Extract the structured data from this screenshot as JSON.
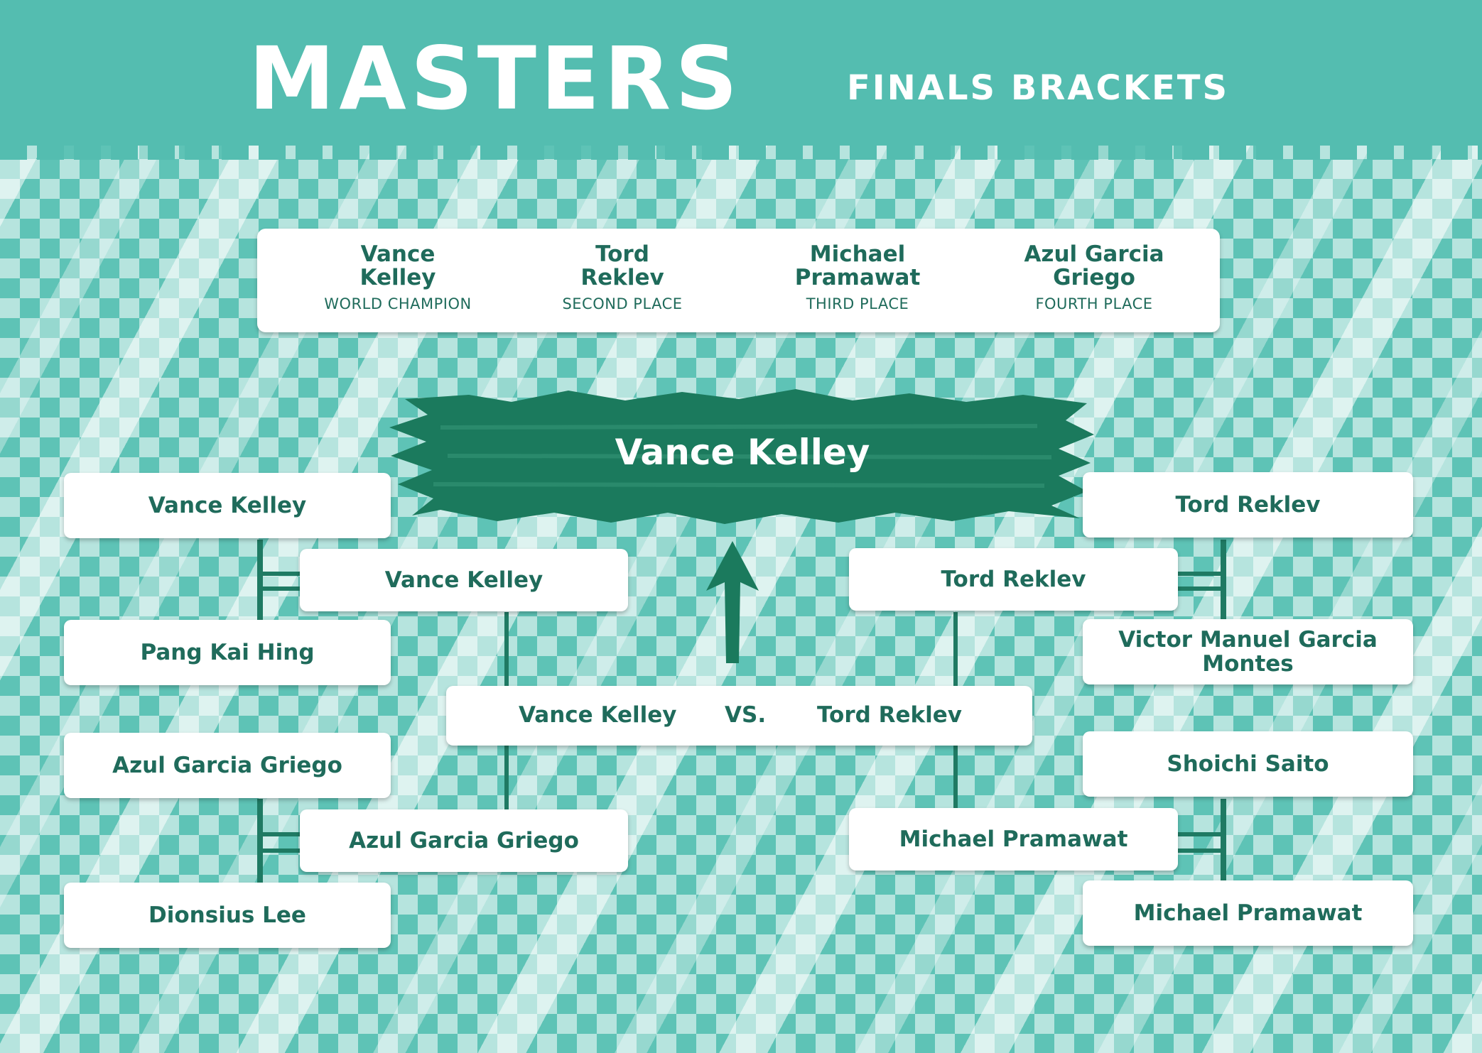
{
  "header": {
    "title": "MASTERS",
    "subtitle": "FINALS BRACKETS"
  },
  "standings": [
    {
      "name": "Vance\nKelley",
      "place": "WORLD CHAMPION"
    },
    {
      "name": "Tord\nReklev",
      "place": "SECOND PLACE"
    },
    {
      "name": "Michael\nPramawat",
      "place": "THIRD PLACE"
    },
    {
      "name": "Azul Garcia\nGriego",
      "place": "FOURTH PLACE"
    }
  ],
  "champion": "Vance Kelley",
  "bracket": {
    "left_round1": [
      "Vance Kelley",
      "Pang Kai Hing",
      "Azul Garcia Griego",
      "Dionsius Lee"
    ],
    "left_semis": [
      "Vance Kelley",
      "Azul Garcia Griego"
    ],
    "right_round1": [
      "Tord Reklev",
      "Victor Manuel Garcia Montes",
      "Shoichi Saito",
      "Michael Pramawat"
    ],
    "right_semis": [
      "Tord Reklev",
      "Michael Pramawat"
    ],
    "final": {
      "left": "Vance Kelley",
      "vs": "VS.",
      "right": "Tord Reklev"
    }
  },
  "colors": {
    "accent": "#1f7a63",
    "header": "#54bdb0",
    "text": "#1f6b5b"
  },
  "icons": {
    "arrow": "up-arrow-icon",
    "banner": "brush-banner"
  }
}
